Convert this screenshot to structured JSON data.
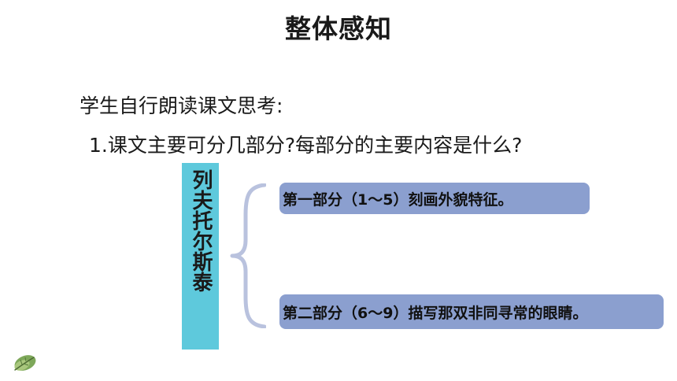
{
  "slide": {
    "title": "整体感知",
    "intro": "学生自行朗读课文思考:",
    "question": "1.课文主要可分几部分?每部分的主要内容是什么?",
    "subject": "列夫托尔斯泰",
    "parts": [
      {
        "label": "第一部分（1～5）刻画外貌特征。"
      },
      {
        "label": "第二部分（6～9）描写那双非同寻常的眼睛。"
      }
    ]
  },
  "icons": {
    "brace": "left-curly-brace-icon",
    "leaf": "leaf-icon"
  },
  "colors": {
    "subject_box": "#5ec9dc",
    "part_box": "#8b9fcf",
    "brace": "#b9c2de",
    "leaf": "#7ea85a"
  }
}
